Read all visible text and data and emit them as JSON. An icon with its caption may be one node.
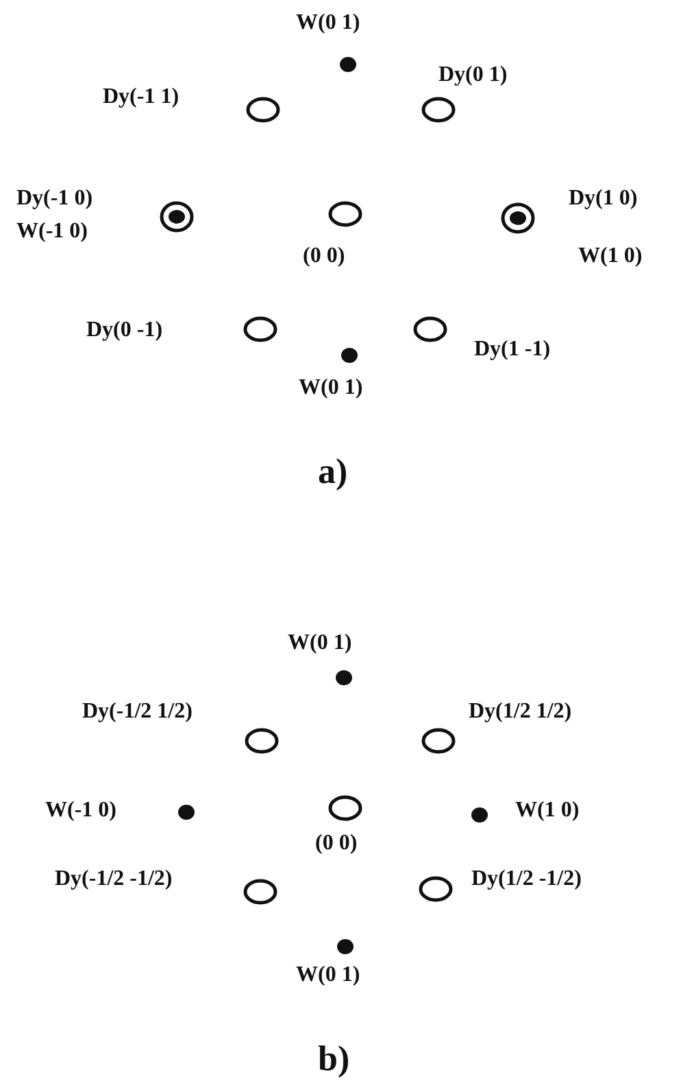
{
  "diagram": {
    "labels": [
      "W(0 1)",
      "Dy(0 1)",
      "Dy(-1 1)",
      "Dy(-1 0)",
      "W(-1 0)",
      "Dy(1 0)",
      "(0 0)",
      "W(1 0)",
      "Dy(0 -1)",
      "Dy(1 -1)",
      "W(0 1)",
      "a)",
      "W(0 1)",
      "Dy(-1/2 1/2)",
      "Dy(1/2 1/2)",
      "W(-1 0)",
      "W(1 0)",
      "(0 0)",
      "Dy(-1/2 -1/2)",
      "Dy(1/2 -1/2)",
      "W(0 1)",
      "b)"
    ]
  }
}
